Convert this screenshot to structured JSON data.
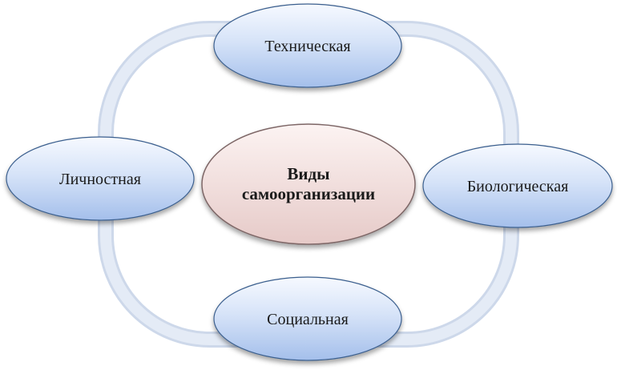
{
  "diagram": {
    "center": {
      "line1": "Виды",
      "line2": "самоорганизации"
    },
    "nodes": {
      "top": "Техническая",
      "left": "Личностная",
      "right": "Биологическая",
      "bottom": "Социальная"
    }
  },
  "colors": {
    "ring": "#e2e9f5",
    "ring_edge": "#cdd8ea",
    "node_fill_top": "#f4f8ff",
    "node_fill_bottom": "#a9c3ee",
    "node_stroke": "#3b5f8e",
    "center_fill_top": "#fbf1f0",
    "center_fill_bottom": "#e8cdcb",
    "center_stroke": "#7d6666"
  }
}
